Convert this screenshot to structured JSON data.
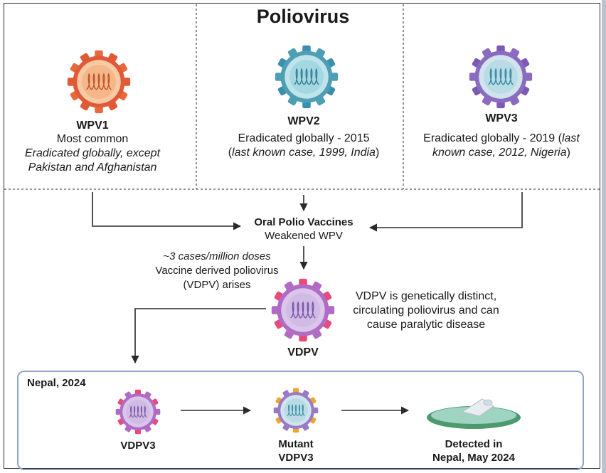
{
  "title": "Poliovirus",
  "strains": [
    {
      "name": "WPV1",
      "line1": "Most common",
      "line2": "Eradicated globally, except",
      "line3": "Pakistan and Afghanistan",
      "outer": "#e05a38",
      "inner": "#f7c9a4",
      "core": "#f2a774",
      "spike": "#e66b3c"
    },
    {
      "name": "WPV2",
      "line1": "Eradicated globally - 2015",
      "line2_a": "(",
      "line2_b": "last known case, 1999, India",
      "line2_c": ")",
      "outer": "#4f9fb4",
      "inner": "#bfe3ea",
      "core": "#8ccfdc",
      "spike": "#3b8fae"
    },
    {
      "name": "WPV3",
      "line1_a": "Eradicated globally - 2019 (",
      "line1_b": "last",
      "line2_a": "known case, 2012, Nigeria",
      "line2_b": ")",
      "outer": "#8b6bbf",
      "inner": "#cfe4ec",
      "core": "#a6d4e0",
      "spike": "#7c59b5"
    }
  ],
  "vaccine": {
    "title": "Oral Polio Vaccines",
    "subtitle": "Weakened WPV"
  },
  "incidence": {
    "rate": "~3 cases/million doses",
    "line1": "Vaccine derived poliovirus",
    "line2": "(VDPV) arises"
  },
  "vdpv": {
    "name": "VDPV",
    "desc1": "VDPV is genetically distinct,",
    "desc2": "circulating poliovirus and can",
    "desc3": "cause paralytic disease",
    "outer": "#b06bc4",
    "inner": "#d9c6ea",
    "spike": "#e84a7a"
  },
  "nepal": {
    "title": "Nepal, 2024",
    "stage1": "VDPV3",
    "stage2_line1": "Mutant",
    "stage2_line2": "VDPV3",
    "stage3_line1": "Detected in",
    "stage3_line2": "Nepal, May 2024"
  },
  "colors": {
    "arrow": "#2a2a2a",
    "divider": "#555555",
    "nepal_border": "#8ea4c9",
    "puddle": "#7fc1a8"
  }
}
